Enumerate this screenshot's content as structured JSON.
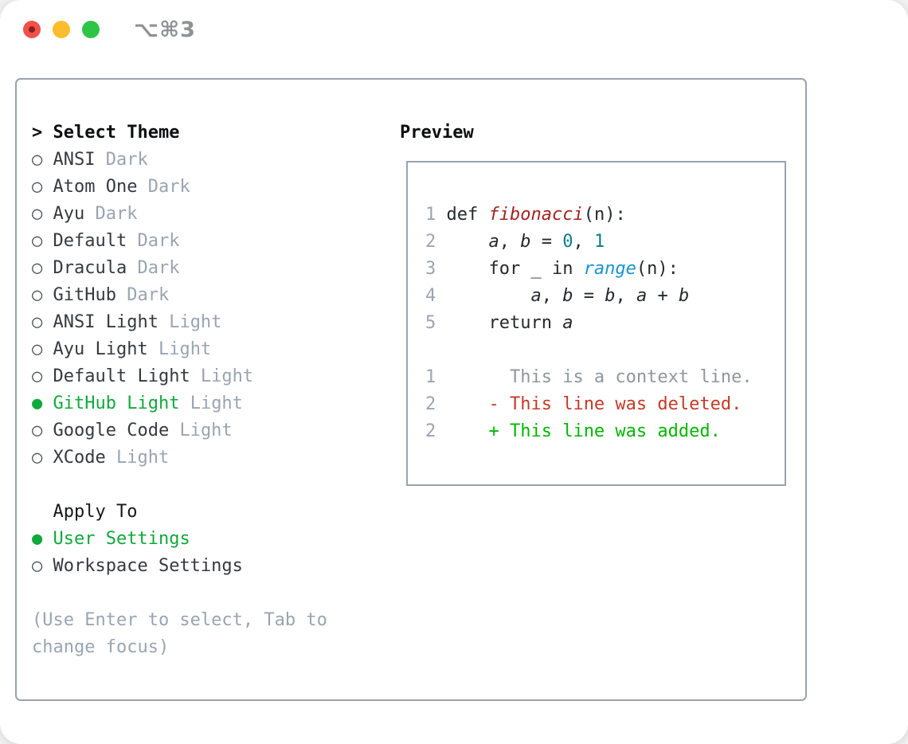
{
  "window": {
    "titlebar_label": "⌥⌘3"
  },
  "icons": {
    "radio_selected": "●",
    "radio_unselected": "○",
    "prompt": ">"
  },
  "colors": {
    "selection_green": "#11a83c",
    "added_green": "#04b604",
    "deleted_red": "#c43b28",
    "function_red": "#a1241f",
    "number_teal": "#0e7e87",
    "builtin_blue": "#1793d1",
    "dim_gray": "#9aa4b2",
    "border_gray": "#9aa3ae",
    "traffic_close": "#f0514a",
    "traffic_minimize": "#fbbd2d",
    "traffic_zoom": "#2ec546"
  },
  "theme_picker": {
    "header": "Select Theme",
    "items": [
      {
        "name": "ANSI",
        "tag": "Dark",
        "selected": false
      },
      {
        "name": "Atom One",
        "tag": "Dark",
        "selected": false
      },
      {
        "name": "Ayu",
        "tag": "Dark",
        "selected": false
      },
      {
        "name": "Default",
        "tag": "Dark",
        "selected": false
      },
      {
        "name": "Dracula",
        "tag": "Dark",
        "selected": false
      },
      {
        "name": "GitHub",
        "tag": "Dark",
        "selected": false
      },
      {
        "name": "ANSI Light",
        "tag": "Light",
        "selected": false
      },
      {
        "name": "Ayu Light",
        "tag": "Light",
        "selected": false
      },
      {
        "name": "Default Light",
        "tag": "Light",
        "selected": false
      },
      {
        "name": "GitHub Light",
        "tag": "Light",
        "selected": true
      },
      {
        "name": "Google Code",
        "tag": "Light",
        "selected": false
      },
      {
        "name": "XCode",
        "tag": "Light",
        "selected": false
      }
    ]
  },
  "apply_to": {
    "header": "Apply To",
    "options": [
      {
        "label": "User Settings",
        "selected": true
      },
      {
        "label": "Workspace Settings",
        "selected": false
      }
    ]
  },
  "hint": "(Use Enter to select, Tab to change focus)",
  "preview": {
    "header": "Preview",
    "lines": [
      {
        "num": "1",
        "tokens": [
          {
            "t": "def ",
            "c": "fg"
          },
          {
            "t": "fibonacci",
            "c": "func",
            "i": true
          },
          {
            "t": "(n):",
            "c": "fg"
          }
        ]
      },
      {
        "num": "2",
        "tokens": [
          {
            "t": "    ",
            "c": "fg"
          },
          {
            "t": "a",
            "c": "fg",
            "i": true
          },
          {
            "t": ", ",
            "c": "fg"
          },
          {
            "t": "b",
            "c": "fg",
            "i": true
          },
          {
            "t": " = ",
            "c": "fg"
          },
          {
            "t": "0",
            "c": "num"
          },
          {
            "t": ", ",
            "c": "fg"
          },
          {
            "t": "1",
            "c": "num"
          }
        ]
      },
      {
        "num": "3",
        "tokens": [
          {
            "t": "    for _ in ",
            "c": "fg"
          },
          {
            "t": "range",
            "c": "builtin",
            "i": true
          },
          {
            "t": "(n):",
            "c": "fg"
          }
        ]
      },
      {
        "num": "4",
        "tokens": [
          {
            "t": "        ",
            "c": "fg"
          },
          {
            "t": "a",
            "c": "fg",
            "i": true
          },
          {
            "t": ", ",
            "c": "fg"
          },
          {
            "t": "b",
            "c": "fg",
            "i": true
          },
          {
            "t": " = ",
            "c": "fg"
          },
          {
            "t": "b",
            "c": "fg",
            "i": true
          },
          {
            "t": ", ",
            "c": "fg"
          },
          {
            "t": "a",
            "c": "fg",
            "i": true
          },
          {
            "t": " + ",
            "c": "fg"
          },
          {
            "t": "b",
            "c": "fg",
            "i": true
          }
        ]
      },
      {
        "num": "5",
        "tokens": [
          {
            "t": "    return ",
            "c": "fg"
          },
          {
            "t": "a",
            "c": "fg",
            "i": true
          }
        ]
      },
      {
        "num": "",
        "tokens": []
      },
      {
        "num": "1",
        "tokens": [
          {
            "t": "      This is a context line.",
            "c": "ctx"
          }
        ]
      },
      {
        "num": "2",
        "tokens": [
          {
            "t": "    ",
            "c": "fg"
          },
          {
            "t": "- This line was deleted.",
            "c": "del"
          }
        ]
      },
      {
        "num": "2",
        "tokens": [
          {
            "t": "    ",
            "c": "fg"
          },
          {
            "t": "+ This line was added.",
            "c": "add"
          }
        ]
      }
    ]
  }
}
